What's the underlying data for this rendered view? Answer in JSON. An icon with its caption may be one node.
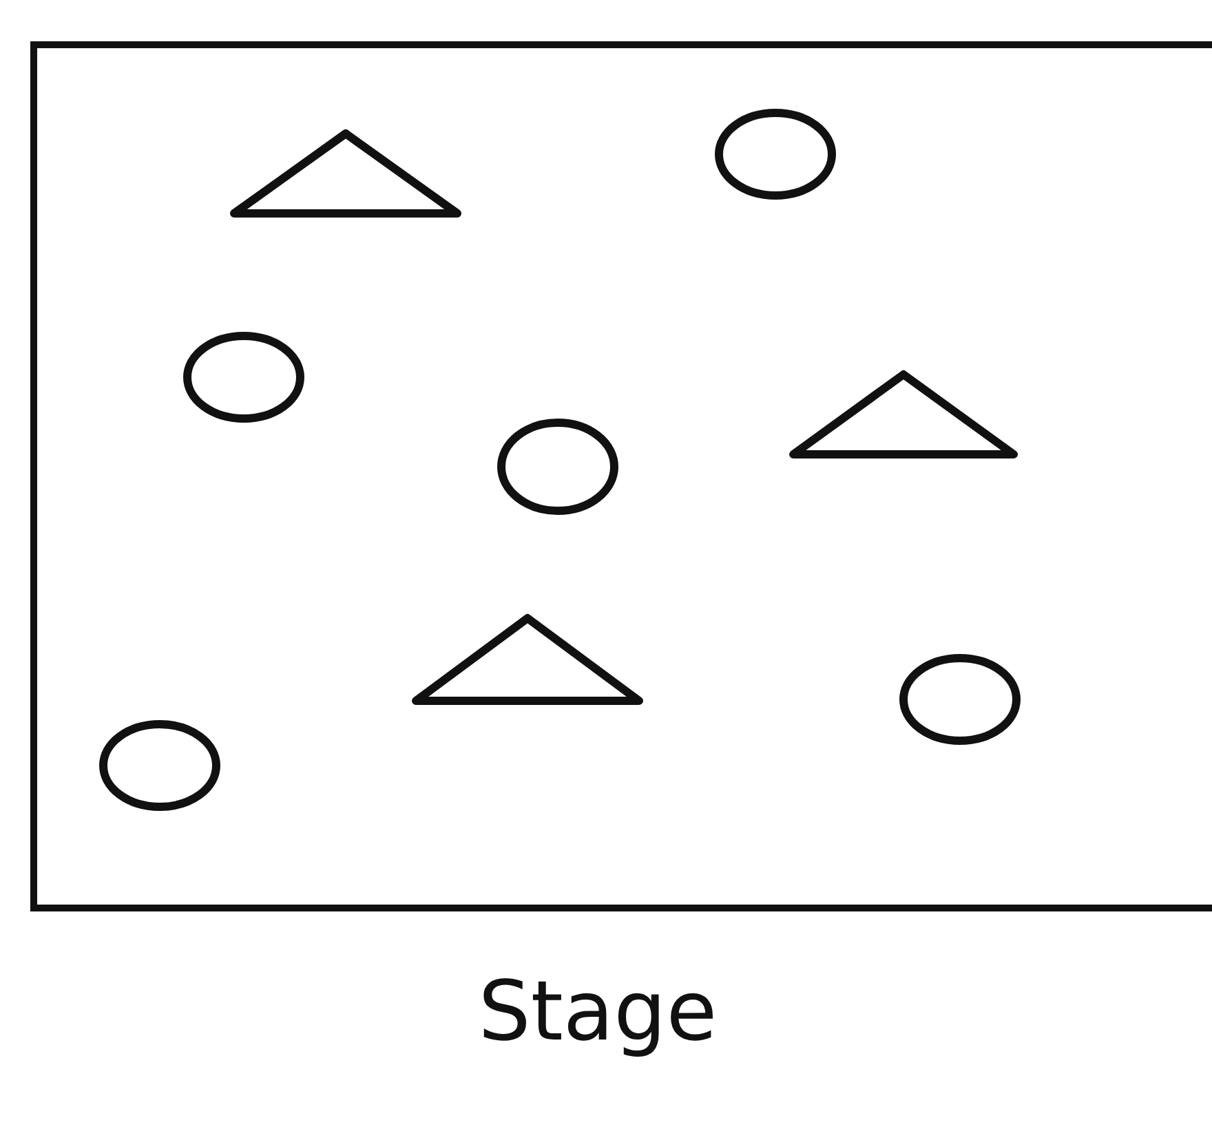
{
  "diagram": {
    "nodes": [
      {
        "text": [
          "Stage"
        ]
      },
      {
        "text": [],
        "shape": "circle",
        "in": 0
      },
      {
        "text": [],
        "shape": "triangle",
        "in": 0
      },
      {
        "text": [],
        "shape": "circle",
        "in": 0
      },
      {
        "text": [],
        "shape": "triangle",
        "in": 0
      },
      {
        "text": [],
        "shape": "circle",
        "in": 0
      },
      {
        "text": [],
        "shape": "triangle",
        "in": 0
      },
      {
        "text": [],
        "shape": "circle",
        "in": 0
      },
      {
        "text": [],
        "shape": "circle",
        "in": 0
      }
    ]
  }
}
